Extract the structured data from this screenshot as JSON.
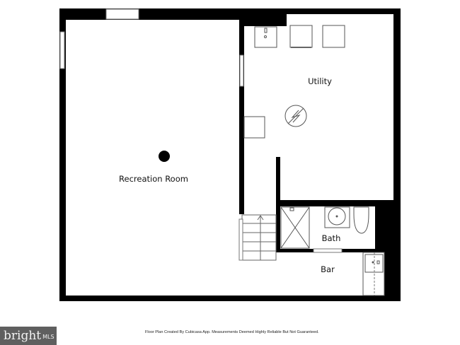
{
  "rooms": {
    "recreation": "Recreation Room",
    "utility": "Utility",
    "bath": "Bath",
    "bar": "Bar"
  },
  "footer": {
    "disclaimer": "Floor Plan Created By Cubicasa App. Measurements Deemed Highly Reliable But Not Guaranteed.",
    "logo_text": "bright",
    "logo_suffix": "MLS"
  },
  "colors": {
    "wall": "#000000",
    "fixture": "#555555",
    "logo_bg": "#5f5f5f"
  }
}
